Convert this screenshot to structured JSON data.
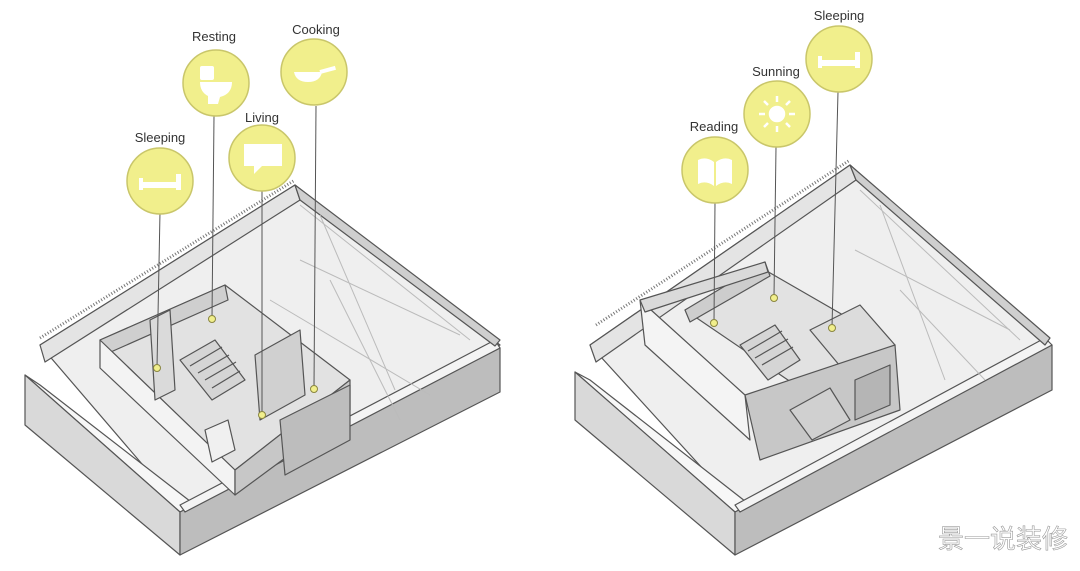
{
  "colors": {
    "bubble_fill": "#f1ef8c",
    "bubble_stroke": "#c9c66a",
    "wall_light": "#f2f2f2",
    "wall_mid": "#dcdcdc",
    "wall_dark": "#bfbfbf",
    "floor": "#e9e9e9",
    "line": "#555555"
  },
  "left_diagram": {
    "bubbles": [
      {
        "label": "Sleeping",
        "icon": "bed-icon"
      },
      {
        "label": "Resting",
        "icon": "toilet-icon"
      },
      {
        "label": "Living",
        "icon": "speech-bubble-icon"
      },
      {
        "label": "Cooking",
        "icon": "pan-icon"
      }
    ]
  },
  "right_diagram": {
    "bubbles": [
      {
        "label": "Reading",
        "icon": "book-icon"
      },
      {
        "label": "Sunning",
        "icon": "sun-icon"
      },
      {
        "label": "Sleeping",
        "icon": "bed-icon"
      }
    ]
  },
  "watermark": "景一说装修"
}
